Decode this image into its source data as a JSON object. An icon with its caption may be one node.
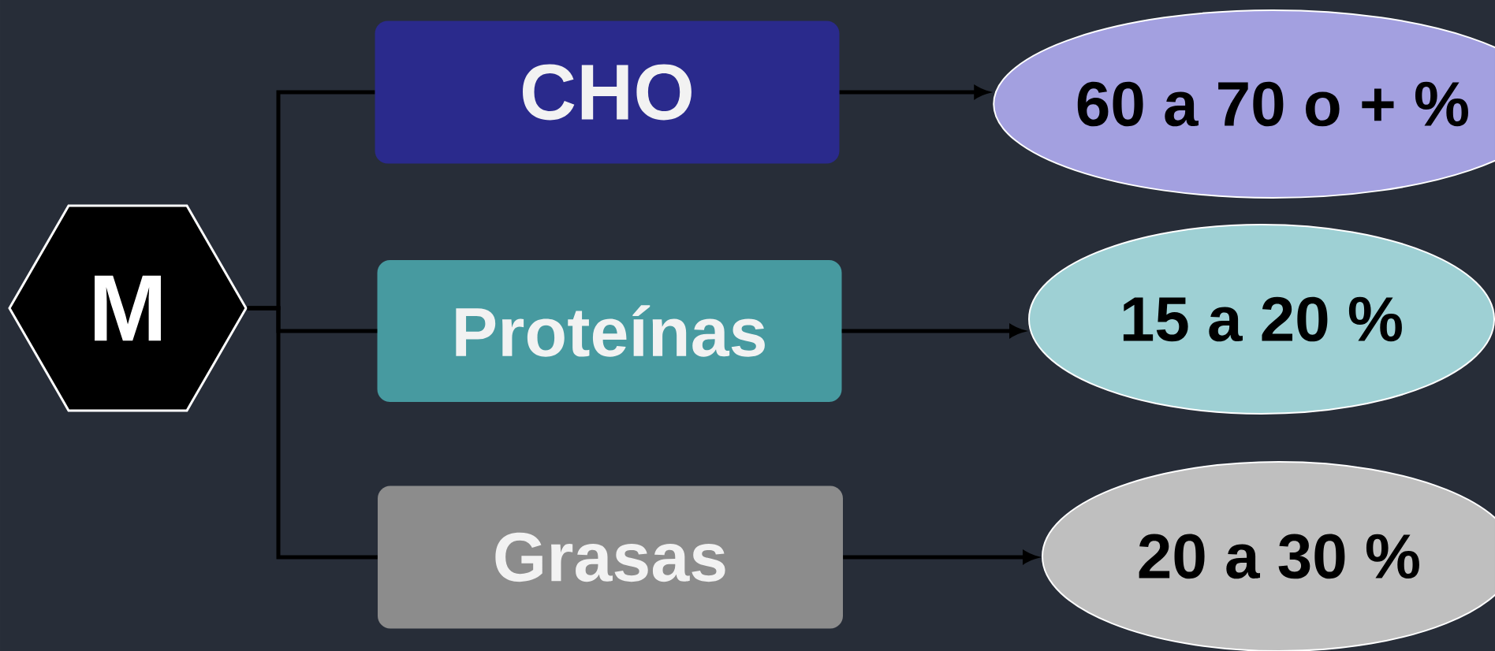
{
  "diagram": {
    "nodes": [
      {
        "text": [
          "M"
        ]
      },
      {
        "text": [
          "CHO"
        ]
      },
      {
        "text": [
          "Proteínas"
        ]
      },
      {
        "text": [
          "Grasas"
        ]
      },
      {
        "text": [
          "60 a 70 o + %"
        ]
      },
      {
        "text": [
          "15 a 20 %"
        ]
      },
      {
        "text": [
          "20 a 30 %"
        ]
      }
    ],
    "edges": [
      {
        "from": 0,
        "to": 1,
        "arrow": "none"
      },
      {
        "from": 0,
        "to": 2,
        "arrow": "none"
      },
      {
        "from": 0,
        "to": 3,
        "arrow": "none"
      },
      {
        "from": 1,
        "to": 4,
        "arrow": "to"
      },
      {
        "from": 2,
        "to": 5,
        "arrow": "to"
      },
      {
        "from": 3,
        "to": 6,
        "arrow": "to"
      }
    ]
  }
}
